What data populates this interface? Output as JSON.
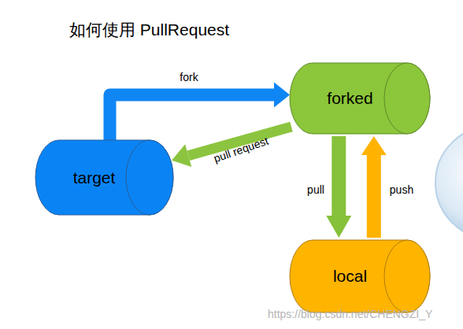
{
  "diagram": {
    "title": "如何使用 PullRequest",
    "nodes": [
      {
        "text": [
          "target"
        ]
      },
      {
        "text": [
          "forked"
        ]
      },
      {
        "text": [
          "local"
        ]
      }
    ],
    "edges": [
      {
        "from": 0,
        "to": 1,
        "label": "fork",
        "arrow": "to"
      },
      {
        "from": 1,
        "to": 0,
        "label": "pull request",
        "arrow": "to"
      },
      {
        "from": 1,
        "to": 2,
        "label": "pull",
        "arrow": "to"
      },
      {
        "from": 2,
        "to": 1,
        "label": "push",
        "arrow": "to"
      }
    ],
    "labels": [
      "https://blog.csdn.net/CHENGZI_Y"
    ]
  }
}
